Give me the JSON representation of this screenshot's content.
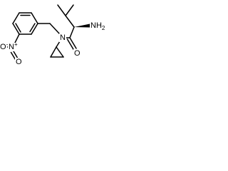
{
  "molecule": {
    "atoms": {
      "amine_n": "NH2",
      "amine_label_main": "NH",
      "amine_label_sub": "2",
      "amide_n": "N",
      "carbonyl_o": "O",
      "nitro_n": "N",
      "nitro_plus": "+",
      "nitro_o_single": "O",
      "nitro_minus": "-",
      "nitro_o_double": "O"
    }
  }
}
